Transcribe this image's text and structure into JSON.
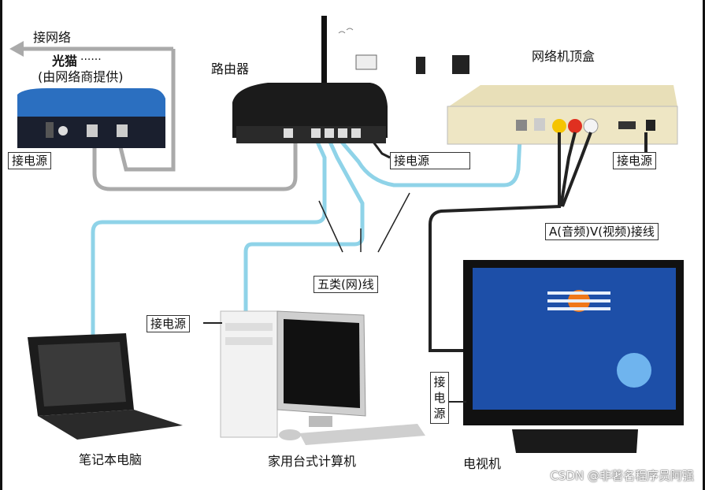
{
  "labels": {
    "internet": "接网络",
    "modem_title": "光猫",
    "modem_dots": "......",
    "modem_note": "(由网络商提供)",
    "router": "路由器",
    "stb": "网络机顶盒",
    "power_modem": "接电源",
    "power_router": "接电源",
    "power_stb": "接电源",
    "power_pc": "接电源",
    "power_tv": "接电源",
    "av_cable": "A(音频)V(视频)接线",
    "cat5": "五类(网)线",
    "laptop": "笔记本电脑",
    "desktop": "家用台式计算机",
    "tv": "电视机"
  },
  "watermark": "CSDN @非著名程序员阿强",
  "colors": {
    "network_cable": "#8fd3e8",
    "gray_cable": "#aaaaaa",
    "av_cable": "#222222",
    "modem_blue": "#2b6fc0"
  }
}
